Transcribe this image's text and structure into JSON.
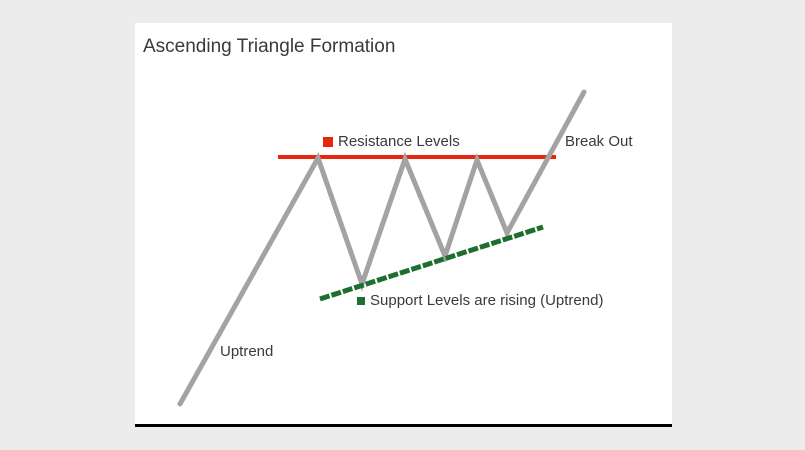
{
  "page": {
    "background_color": "#ececec"
  },
  "panel": {
    "background_color": "#ffffff",
    "bottom_border_color": "#000000",
    "title": "Ascending Triangle Formation"
  },
  "colors": {
    "resistance": "#e8260d",
    "support": "#1d6f2f",
    "price": "#a3a3a3",
    "text": "#3a3a3a"
  },
  "labels": {
    "resistance": "Resistance Levels",
    "breakout": "Break Out",
    "support": "Support Levels are rising (Uptrend)",
    "uptrend": "Uptrend"
  },
  "chart_data": {
    "type": "line",
    "title": "Ascending Triangle Formation",
    "axes": "none",
    "legend_position": "inline-annotations",
    "lines": [
      {
        "name": "resistance-level",
        "color": "#e8260d",
        "width": 4,
        "cap": "butt",
        "points": [
          [
            143,
            134
          ],
          [
            421,
            134
          ]
        ]
      },
      {
        "name": "price",
        "color": "#a3a3a3",
        "width": 5,
        "cap": "round",
        "points": [
          [
            45,
            381
          ],
          [
            183,
            135
          ],
          [
            227,
            261
          ],
          [
            270,
            136
          ],
          [
            310,
            233
          ],
          [
            342,
            137
          ],
          [
            372,
            210
          ],
          [
            449,
            69
          ]
        ]
      },
      {
        "name": "support-level",
        "color": "#1d6f2f",
        "width": 5,
        "cap": "butt",
        "dash": "10 2",
        "points": [
          [
            185,
            276
          ],
          [
            408,
            204
          ]
        ]
      }
    ]
  }
}
